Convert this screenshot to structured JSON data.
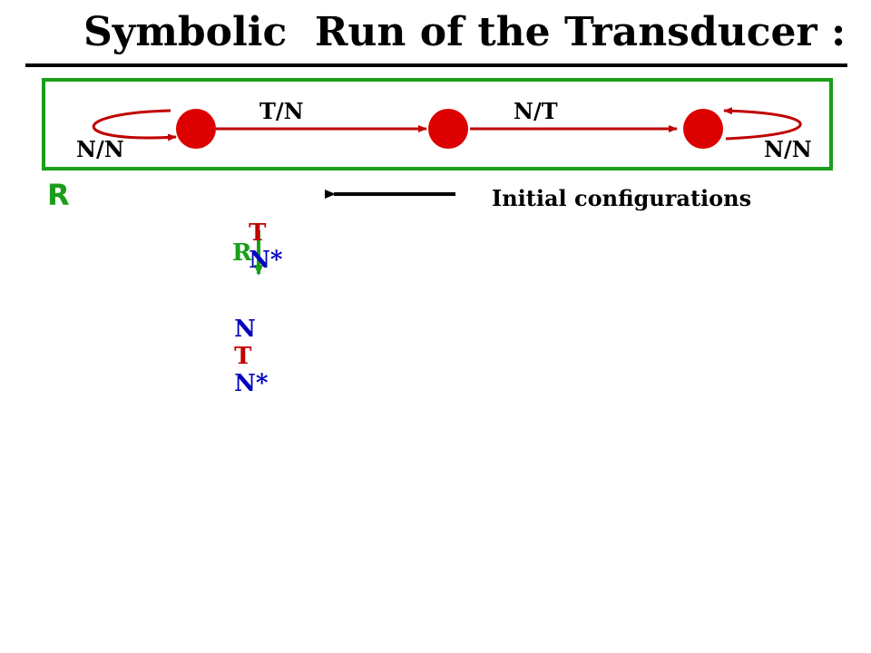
{
  "title": "Symbolic  Run of the Transducer :",
  "automaton": {
    "edge_1_label": "T/N",
    "edge_2_label": "N/T",
    "loop_left_label": "N/N",
    "loop_right_label": "N/N",
    "box_label": "R"
  },
  "run": {
    "config_1": {
      "part1": "T",
      "part2": "N*"
    },
    "step_label": "R",
    "config_2": {
      "part1": "N",
      "part2": "T",
      "part3": "N*"
    },
    "initial_label": "Initial configurations"
  },
  "colors": {
    "state": "#c00000",
    "box": "#1a9e1a",
    "nonterminal": "#0000c0",
    "terminal": "#c00000"
  }
}
